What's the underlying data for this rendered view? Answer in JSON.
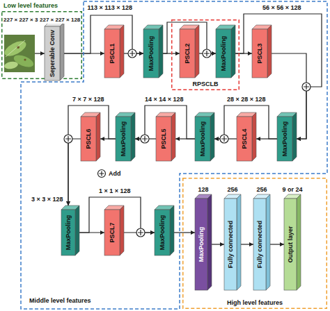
{
  "diagram": {
    "nodes": [
      {
        "text": [
          "Low level features"
        ]
      },
      {
        "text": [
          "Seperable Conv"
        ],
        "in": 0
      },
      {
        "text": [
          "Middle level features"
        ]
      },
      {
        "text": [
          "PSCL1"
        ],
        "in": 2
      },
      {
        "text": [
          "MaxPooling"
        ],
        "in": 2
      },
      {
        "text": [
          "RPSCLB"
        ],
        "in": 2
      },
      {
        "text": [
          "PSCL2"
        ],
        "in": 5
      },
      {
        "text": [
          "MaxPooling"
        ],
        "in": 5
      },
      {
        "text": [
          "PSCL3"
        ],
        "in": 2
      },
      {
        "text": [
          "MaxPooling"
        ],
        "in": 2
      },
      {
        "text": [
          "PSCL4"
        ],
        "in": 2
      },
      {
        "text": [
          "MaxPooling"
        ],
        "in": 2
      },
      {
        "text": [
          "PSCL5"
        ],
        "in": 2
      },
      {
        "text": [
          "MaxPooling"
        ],
        "in": 2
      },
      {
        "text": [
          "PSCL6"
        ],
        "in": 2
      },
      {
        "text": [
          "MaxPooling"
        ],
        "in": 2
      },
      {
        "text": [
          "PSCL7"
        ],
        "in": 2
      },
      {
        "text": [
          "MaxPooling"
        ],
        "in": 2
      },
      {
        "text": [
          "High level features"
        ]
      },
      {
        "text": [
          "MaxPooling"
        ],
        "in": 18
      },
      {
        "text": [
          "Fully connected"
        ],
        "in": 18
      },
      {
        "text": [
          "Fully connected"
        ],
        "in": 18
      },
      {
        "text": [
          "Output layer"
        ],
        "in": 18
      }
    ],
    "edges": [
      {
        "from": 1,
        "to": 3,
        "arrow": "to"
      },
      {
        "from": 3,
        "to": 4,
        "arrow": "to"
      },
      {
        "from": 4,
        "to": 6,
        "arrow": "to"
      },
      {
        "from": 6,
        "to": 7,
        "arrow": "to"
      },
      {
        "from": 7,
        "to": 8,
        "arrow": "to"
      },
      {
        "from": 8,
        "to": 9,
        "arrow": "to"
      },
      {
        "from": 9,
        "to": 10,
        "arrow": "to"
      },
      {
        "from": 10,
        "to": 11,
        "arrow": "to"
      },
      {
        "from": 11,
        "to": 12,
        "arrow": "to"
      },
      {
        "from": 12,
        "to": 13,
        "arrow": "to"
      },
      {
        "from": 13,
        "to": 14,
        "arrow": "to"
      },
      {
        "from": 14,
        "to": 15,
        "arrow": "to"
      },
      {
        "from": 15,
        "to": 16,
        "arrow": "to"
      },
      {
        "from": 16,
        "to": 17,
        "arrow": "to"
      },
      {
        "from": 17,
        "to": 19,
        "arrow": "to"
      },
      {
        "from": 19,
        "to": 20,
        "arrow": "to"
      },
      {
        "from": 20,
        "to": 21,
        "arrow": "to"
      },
      {
        "from": 21,
        "to": 22,
        "arrow": "to"
      },
      {
        "from": 1,
        "to": 4,
        "arrow": "to"
      },
      {
        "from": 4,
        "to": 7,
        "arrow": "to"
      },
      {
        "from": 7,
        "to": 9,
        "arrow": "to"
      },
      {
        "from": 9,
        "to": 11,
        "arrow": "to"
      },
      {
        "from": 11,
        "to": 13,
        "arrow": "to"
      },
      {
        "from": 13,
        "to": 15,
        "arrow": "to"
      },
      {
        "from": 15,
        "to": 17,
        "arrow": "to"
      }
    ],
    "labels": [
      "227 × 227 × 3",
      "227 × 227 × 128",
      "113 × 113 × 128",
      "56 × 56 × 128",
      "28 × 28 × 128",
      "14 × 14 × 128",
      "7 × 7 × 128",
      "3 × 3 × 128",
      "1 × 1 × 128",
      "128",
      "256",
      "256",
      "9 or 24"
    ],
    "legend": [
      {
        "text": "Add"
      }
    ]
  }
}
